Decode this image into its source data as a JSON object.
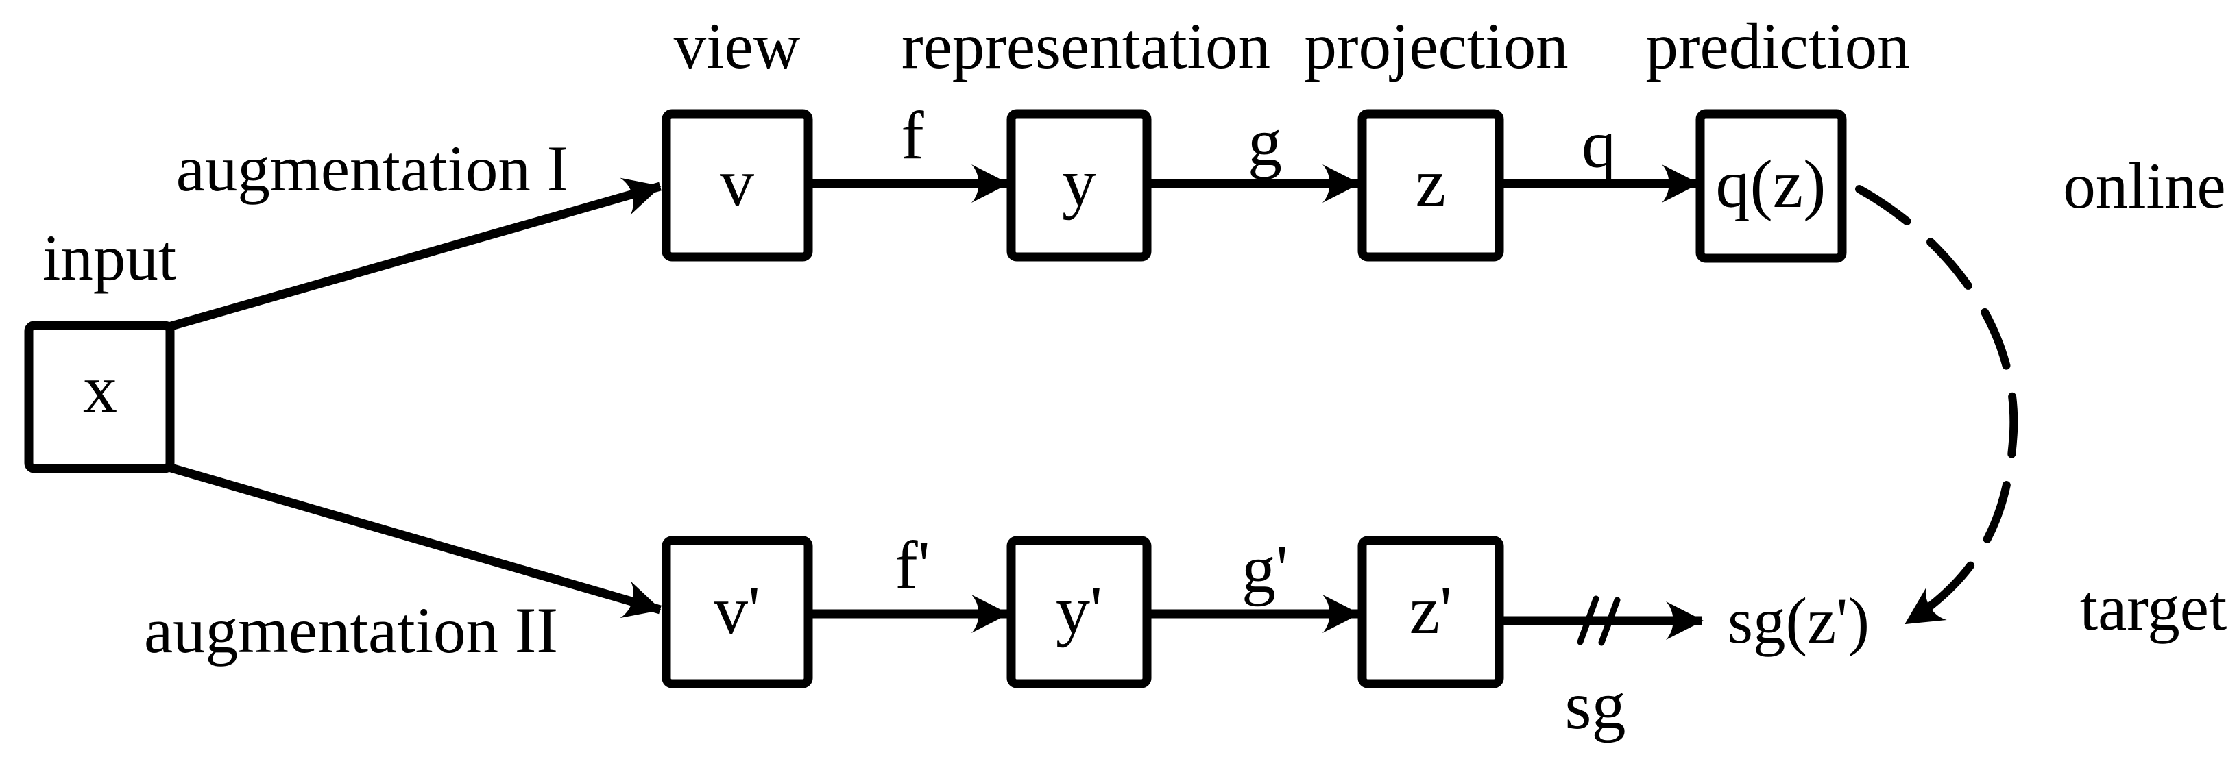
{
  "diagram": {
    "input_label": "input",
    "stage_labels": {
      "view": "view",
      "representation": "representation",
      "projection": "projection",
      "prediction": "prediction"
    },
    "branch_labels": {
      "augmentation_1": "augmentation I",
      "augmentation_2": "augmentation II"
    },
    "row_labels": {
      "online": "online",
      "target": "target"
    },
    "nodes": {
      "x": "x",
      "v": "v",
      "y": "y",
      "z": "z",
      "qz": "q(z)",
      "v_prime": "v'",
      "y_prime": "y'",
      "z_prime": "z'"
    },
    "edge_labels": {
      "f": "f",
      "g": "g",
      "q": "q",
      "f_prime": "f'",
      "g_prime": "g'",
      "sg": "sg"
    },
    "target_output": "sg(z')"
  },
  "colors": {
    "ink": "#000000",
    "background": "#ffffff"
  }
}
